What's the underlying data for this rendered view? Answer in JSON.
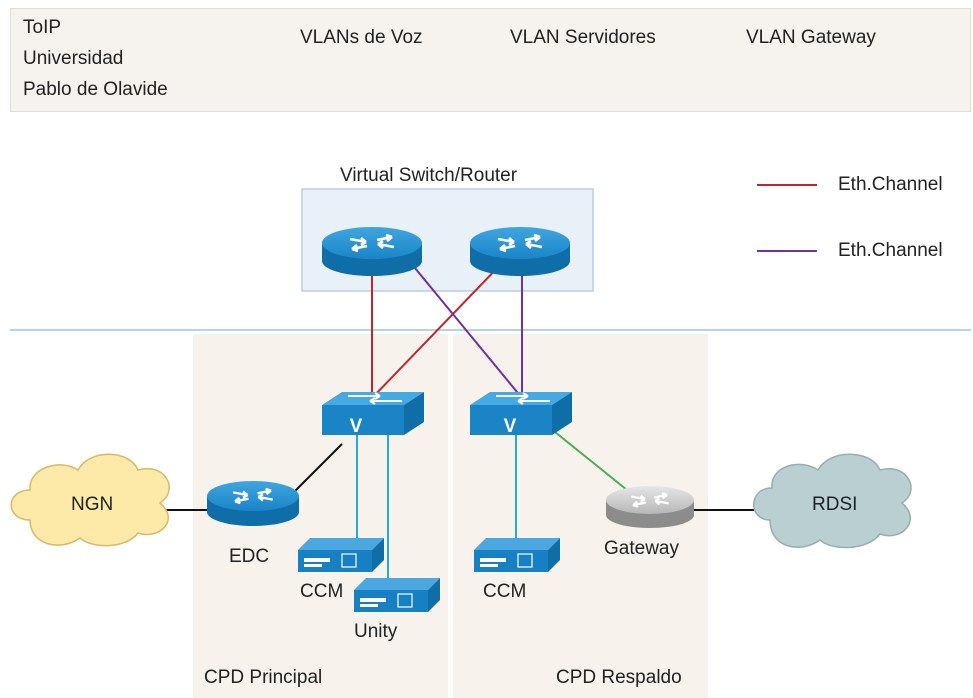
{
  "header": {
    "title_lines": [
      "ToIP",
      "Universidad",
      "Pablo de Olavide"
    ],
    "vlan_voz": "VLANs de Voz",
    "vlan_servidores": "VLAN Servidores",
    "vlan_gateway": "VLAN Gateway"
  },
  "virtual_switch_label": "Virtual Switch/Router",
  "legend": [
    {
      "label": "Eth.Channel",
      "color": "#c0272d"
    },
    {
      "label": "Eth.Channel",
      "color": "#7030a0"
    }
  ],
  "zones": {
    "principal": "CPD Principal",
    "respaldo": "CPD Respaldo"
  },
  "nodes": {
    "ngn": "NGN",
    "edc": "EDC",
    "ccm_principal": "CCM",
    "unity": "Unity",
    "ccm_respaldo": "CCM",
    "gateway": "Gateway",
    "rdsi": "RDSI"
  },
  "switch_mark": "V",
  "colors": {
    "router_blue": "#1a84c7",
    "server_blue": "#1680c2",
    "cloud_yellow": "#fde9a8",
    "cloud_gray": "#b9cfd1",
    "link_cyan": "#29a8d8",
    "link_green": "#4cae4c",
    "link_black": "#111111",
    "separator": "#9ec6de"
  }
}
